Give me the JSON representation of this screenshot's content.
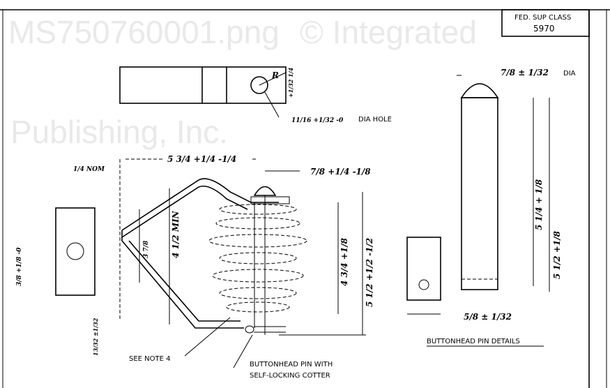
{
  "title_block": {
    "label": "FED. SUP CLASS",
    "number": "5970"
  },
  "watermark": {
    "line1": "© Integrated",
    "line2": "Publishing, Inc.",
    "line3": "MS750760001.png"
  },
  "top_view": {
    "radius_label": "R",
    "hole_dim": "11/16 +1/32 -0",
    "hole_label": "DIA HOLE",
    "side_dim": "+1/32 1/4"
  },
  "main_view": {
    "nom_dim": "1/4 NOM",
    "width_dim": "5 3/4 +1/4 -1/4",
    "head_dim": "7/8 +1/4 -1/8",
    "min_dim": "4 1/2 MIN",
    "inner_dim": "3 7/8",
    "height_dim": "4 3/4 +1/8",
    "overall_dim": "5 1/2 +1/2 -1/2",
    "note_label": "SEE NOTE 4",
    "pin_label_1": "BUTTONHEAD PIN WITH",
    "pin_label_2": "SELF-LOCKING COTTER"
  },
  "side_view": {
    "width_dim": "3/8 +1/8 -0",
    "thick_dim": "13/32 ±1/32"
  },
  "pin_details": {
    "head_dim": "7/8 ± 1/32",
    "head_label": "DIA",
    "len_dim_1": "5 1/4 + 1/8",
    "len_dim_2": "5 1/2 +1/8",
    "dia_dim": "5/8 ± 1/32",
    "title": "BUTTONHEAD PIN DETAILS"
  }
}
